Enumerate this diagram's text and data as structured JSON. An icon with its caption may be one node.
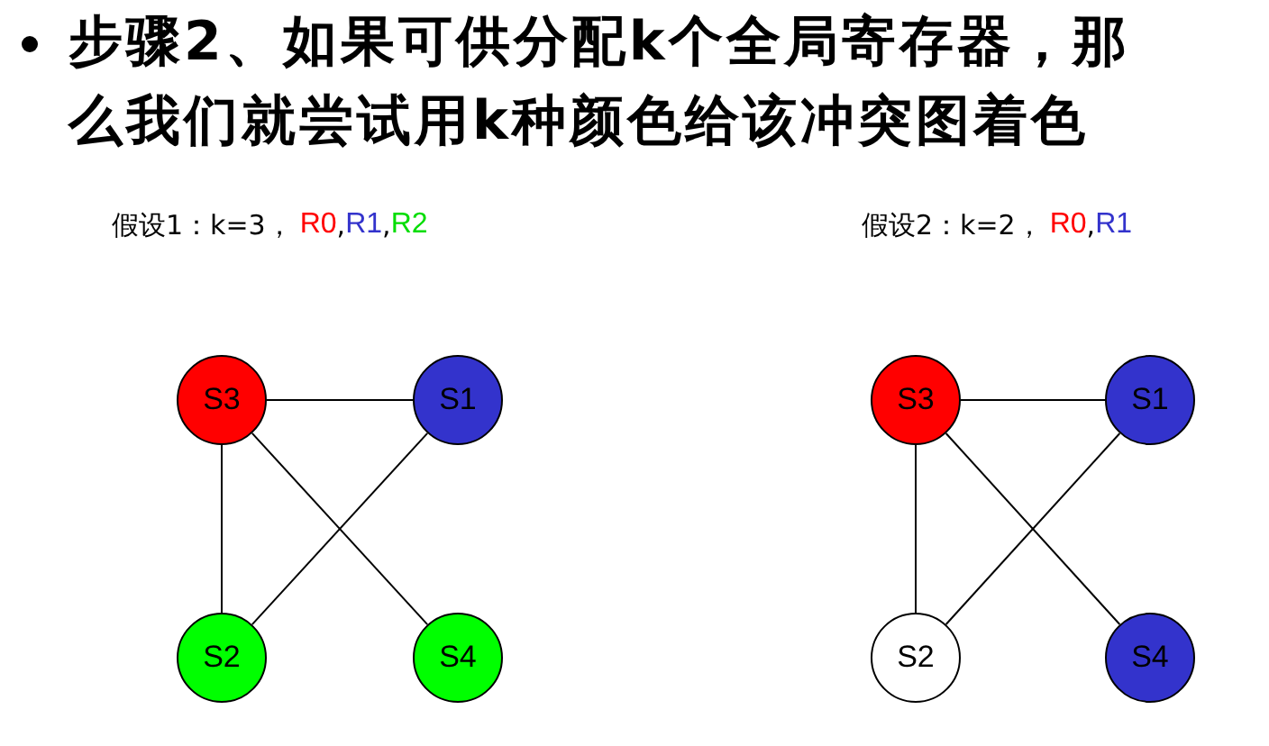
{
  "diagram": {
    "title": "步骤2、如果可供分配k个全局寄存器，那么我们就尝试用k种颜色给该冲突图着色",
    "nodes": [
      {
        "text": [
          "S3"
        ]
      },
      {
        "text": [
          "S1"
        ]
      },
      {
        "text": [
          "S2"
        ]
      },
      {
        "text": [
          "S4"
        ]
      },
      {
        "text": [
          "S3"
        ]
      },
      {
        "text": [
          "S1"
        ]
      },
      {
        "text": [
          "S2"
        ]
      },
      {
        "text": [
          "S4"
        ]
      }
    ],
    "edges": [
      {
        "from": 0,
        "to": 1,
        "arrow": "none"
      },
      {
        "from": 0,
        "to": 2,
        "arrow": "none"
      },
      {
        "from": 0,
        "to": 3,
        "arrow": "none"
      },
      {
        "from": 1,
        "to": 2,
        "arrow": "none"
      },
      {
        "from": 4,
        "to": 5,
        "arrow": "none"
      },
      {
        "from": 4,
        "to": 6,
        "arrow": "none"
      },
      {
        "from": 4,
        "to": 7,
        "arrow": "none"
      },
      {
        "from": 5,
        "to": 6,
        "arrow": "none"
      }
    ],
    "labels": [
      "假设1：k=3，",
      "R0",
      ",",
      "R1",
      ",",
      "R2",
      "假设2：k=2，",
      "R0",
      ",",
      "R1"
    ]
  }
}
